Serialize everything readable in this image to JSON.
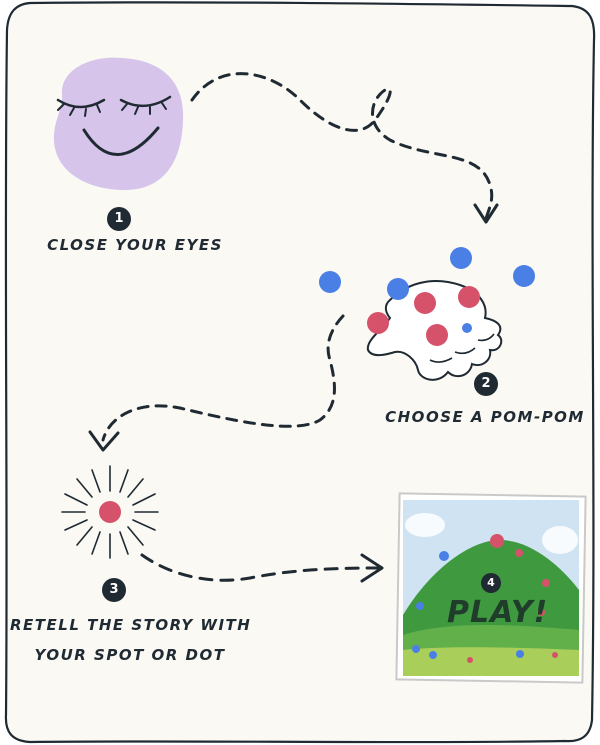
{
  "steps": [
    {
      "number": "1",
      "label": "CLOSE YOUR EYES",
      "icon": "smiling-face-icon"
    },
    {
      "number": "2",
      "label": "CHOOSE A POM-POM",
      "icon": "hand-with-pom-poms-icon"
    },
    {
      "number": "3",
      "label_line1": "RETELL THE STORY WITH",
      "label_line2": "YOUR SPOT OR DOT",
      "icon": "dot-burst-icon"
    },
    {
      "number": "4",
      "label": "PLAY!",
      "icon": "green-hill-picture-icon"
    }
  ],
  "colors": {
    "background": "#fbf9f4",
    "ink": "#1f2a33",
    "face": "#d6c4ea",
    "pompom_red": "#d6526a",
    "pompom_blue": "#4a7fe6",
    "hill": "#3f9a3f"
  }
}
